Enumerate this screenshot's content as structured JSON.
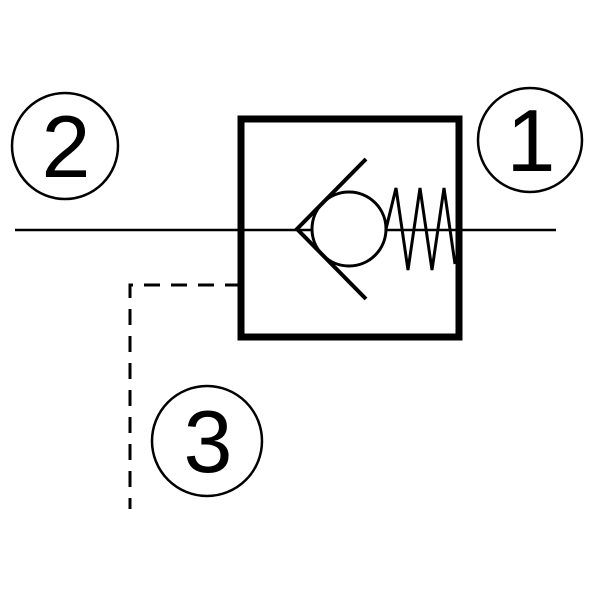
{
  "diagram": {
    "kind": "schematic",
    "colors": {
      "line": "#000000",
      "background": "#ffffff"
    },
    "ports": {
      "right": {
        "label": "1"
      },
      "left": {
        "label": "2"
      },
      "bottom": {
        "label": "3"
      }
    }
  }
}
